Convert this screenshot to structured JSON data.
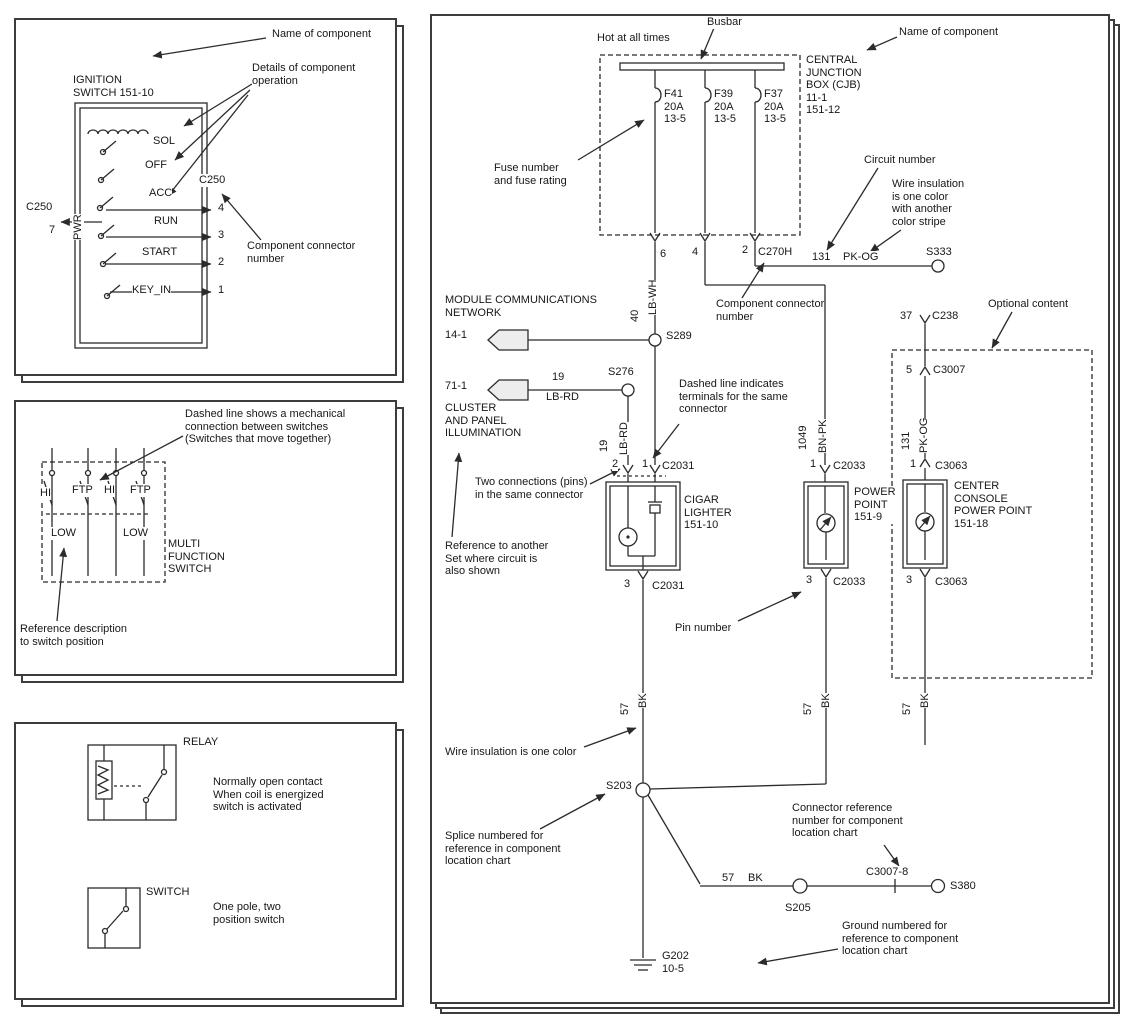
{
  "panel1": {
    "name_of_component": "Name of component",
    "details": "Details of component\noperation",
    "title": "IGNITION\nSWITCH  151-10",
    "sol": "SOL",
    "off": "OFF",
    "acc": "ACC",
    "run": "RUN",
    "start": "START",
    "key_in": "KEY_IN",
    "pwr": "PWR",
    "c250_left": "C250",
    "pin7": "7",
    "c250_right": "C250",
    "pin4": "4",
    "pin3": "3",
    "pin2": "2",
    "pin1": "1",
    "connector_note": "Component connector\nnumber"
  },
  "panel2": {
    "dashed_note": "Dashed line shows a mechanical\nconnection between switches\n(Switches that move together)",
    "hi1": "HI",
    "ftp1": "FTP",
    "hi2": "HI",
    "ftp2": "FTP",
    "low1": "LOW",
    "low2": "LOW",
    "title": "MULTI\nFUNCTION\nSWITCH",
    "ref_note": "Reference description\nto switch position"
  },
  "panel3": {
    "relay_label": "RELAY",
    "relay_note": "Normally open contact\nWhen coil is energized\nswitch is activated",
    "switch_label": "SWITCH",
    "switch_note": "One pole, two\nposition switch"
  },
  "main": {
    "hot": "Hot at all times",
    "busbar": "Busbar",
    "name_of_component": "Name of component",
    "cjb": "CENTRAL\nJUNCTION\nBOX (CJB)\n11-1\n151-12",
    "f41": "F41\n20A\n13-5",
    "f39": "F39\n20A\n13-5",
    "f37": "F37\n20A\n13-5",
    "fuse_note": "Fuse number\nand fuse rating",
    "circuit_note": "Circuit number",
    "stripe_note": "Wire insulation\nis one color\nwith another\ncolor stripe",
    "pin6": "6",
    "pin4": "4",
    "pin2": "2",
    "c270h": "C270H",
    "w131": "131",
    "pkog": "PK-OG",
    "s333": "S333",
    "comp_conn_note": "Component connector\nnumber",
    "module_net": "MODULE COMMUNICATIONS\nNETWORK",
    "ref14": "14-1",
    "w40": "40",
    "lbwh": "LB-WH",
    "s289": "S289",
    "ref71": "71-1",
    "w19a": "19",
    "lbrd_a": "LB-RD",
    "s276": "S276",
    "cluster": "CLUSTER\nAND PANEL\nILLUMINATION",
    "dashed_note": "Dashed line indicates\nterminals for the same\nconnector",
    "w19b": "19",
    "lbrd_b": "LB-RD",
    "two_conn_note": "Two connections (pins)\nin the same connector",
    "p2": "2",
    "p1a": "1",
    "c2031_top": "C2031",
    "cigar": "CIGAR\nLIGHTER\n151-10",
    "w1049": "1049",
    "bnpk": "BN-PK",
    "p1b": "1",
    "c2033_top": "C2033",
    "power_point": "POWER\nPOINT\n151-9",
    "p37": "37",
    "c238": "C238",
    "optional": "Optional content",
    "p5": "5",
    "c3007": "C3007",
    "w131b": "131",
    "pkog_b": "PK-OG",
    "p1c": "1",
    "c3063_top": "C3063",
    "center_console": "CENTER\nCONSOLE\nPOWER POINT\n151-18",
    "p3c": "3",
    "c3063_bot": "C3063",
    "ref_note": "Reference to another\nSet where circuit is\nalso shown",
    "p3a": "3",
    "c2031_bot": "C2031",
    "p3b": "3",
    "c2033_bot": "C2033",
    "pin_note": "Pin number",
    "w57a": "57",
    "bk_a": "BK",
    "w57b": "57",
    "bk_b": "BK",
    "w57c": "57",
    "bk_c": "BK",
    "one_color_note": "Wire insulation is one color",
    "s203": "S203",
    "splice_note": "Splice numbered for\nreference in component\nlocation chart",
    "conn_ref_note": "Connector reference\nnumber for component\nlocation chart",
    "w57d": "57",
    "bk_d": "BK",
    "s205": "S205",
    "c3007_8": "C3007-8",
    "s380": "S380",
    "ground_note": "Ground numbered for\nreference to component\nlocation chart",
    "g202": "G202\n10-5"
  }
}
